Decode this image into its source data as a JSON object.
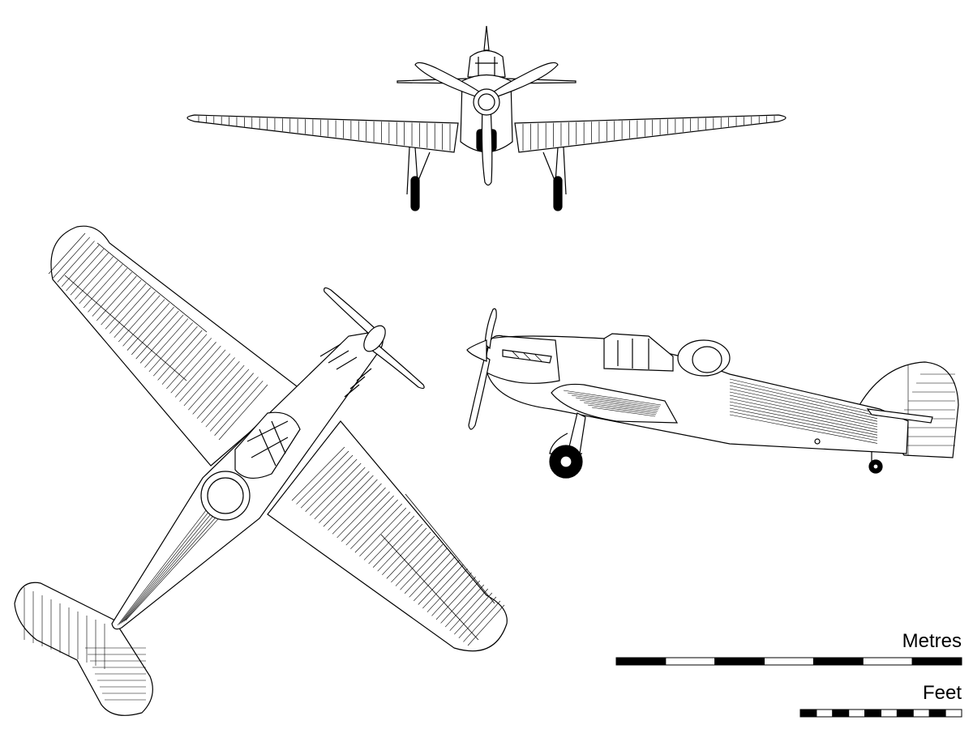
{
  "scale": {
    "metres_label": "Metres",
    "feet_label": "Feet",
    "metres_segments": 7,
    "feet_segments": 10
  },
  "colors": {
    "line": "#000000",
    "background": "#ffffff"
  }
}
